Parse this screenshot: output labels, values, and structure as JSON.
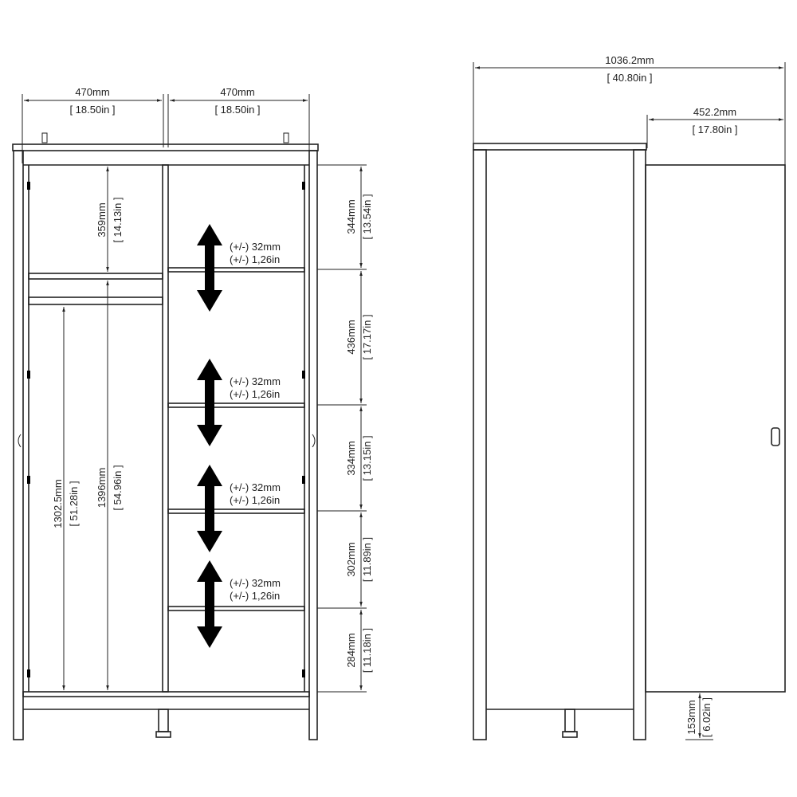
{
  "front_view": {
    "width_left": {
      "mm": "470mm",
      "in": "[ 18.50in ]"
    },
    "width_right": {
      "mm": "470mm",
      "in": "[ 18.50in ]"
    },
    "left_top_compartment": {
      "mm": "359mm",
      "in": "[ 14.13in ]"
    },
    "left_hanging_height": {
      "mm": "1396mm",
      "in": "[ 54.96in ]"
    },
    "left_rail_height": {
      "mm": "1302.5mm",
      "in": "[ 51.28in ]"
    },
    "right_compartments": [
      {
        "mm": "344mm",
        "in": "[ 13.54in ]"
      },
      {
        "mm": "436mm",
        "in": "[ 17.17in ]"
      },
      {
        "mm": "334mm",
        "in": "[ 13.15in ]"
      },
      {
        "mm": "302mm",
        "in": "[ 11.89in ]"
      },
      {
        "mm": "284mm",
        "in": "[ 11.18in ]"
      }
    ],
    "shelf_adjustments": [
      {
        "mm": "(+/-) 32mm",
        "in": "(+/-) 1,26in"
      },
      {
        "mm": "(+/-) 32mm",
        "in": "(+/-) 1,26in"
      },
      {
        "mm": "(+/-) 32mm",
        "in": "(+/-) 1,26in"
      },
      {
        "mm": "(+/-) 32mm",
        "in": "(+/-) 1,26in"
      }
    ]
  },
  "side_view": {
    "depth_open": {
      "mm": "1036.2mm",
      "in": "[ 40.80in ]"
    },
    "door_width": {
      "mm": "452.2mm",
      "in": "[ 17.80in ]"
    },
    "leg_height": {
      "mm": "153mm",
      "in": "[ 6.02in ]"
    }
  }
}
